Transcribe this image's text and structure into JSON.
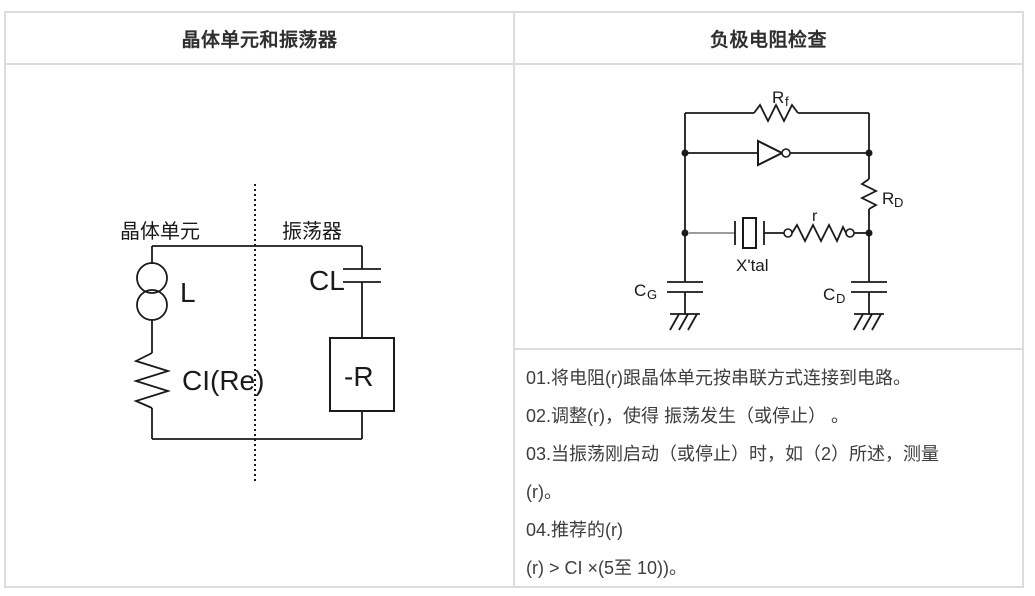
{
  "table": {
    "header_left": "晶体单元和振荡器",
    "header_right": "负极电阻检查"
  },
  "crystal_oscillator_diagram": {
    "label_crystal_unit": "晶体单元",
    "label_oscillator": "振荡器",
    "inductor": "L",
    "resistor": "CI(Re)",
    "load_capacitance": "CL",
    "negative_resistance": "-R"
  },
  "negative_resistance_diagram": {
    "feedback_resistor_main": "R",
    "feedback_resistor_sub": "f",
    "drain_resistor_main": "R",
    "drain_resistor_sub": "D",
    "series_resistor": "r",
    "crystal": "X'tal",
    "gate_capacitor_main": "C",
    "gate_capacitor_sub": "G",
    "drain_capacitor_main": "C",
    "drain_capacitor_sub": "D"
  },
  "procedure": {
    "lines": [
      "01.将电阻(r)跟晶体单元按串联方式连接到电路。",
      "02.调整(r)，使得 振荡发生（或停止） 。",
      "03.当振荡刚启动（或停止）时，如（2）所述，测量",
      "(r)。",
      "04.推荐的(r)",
      "(r) > CI ×(5至 10))。"
    ]
  },
  "colors": {
    "border": "#dcdcdc",
    "text": "#3d3d3d",
    "line": "#1a1a1a"
  }
}
